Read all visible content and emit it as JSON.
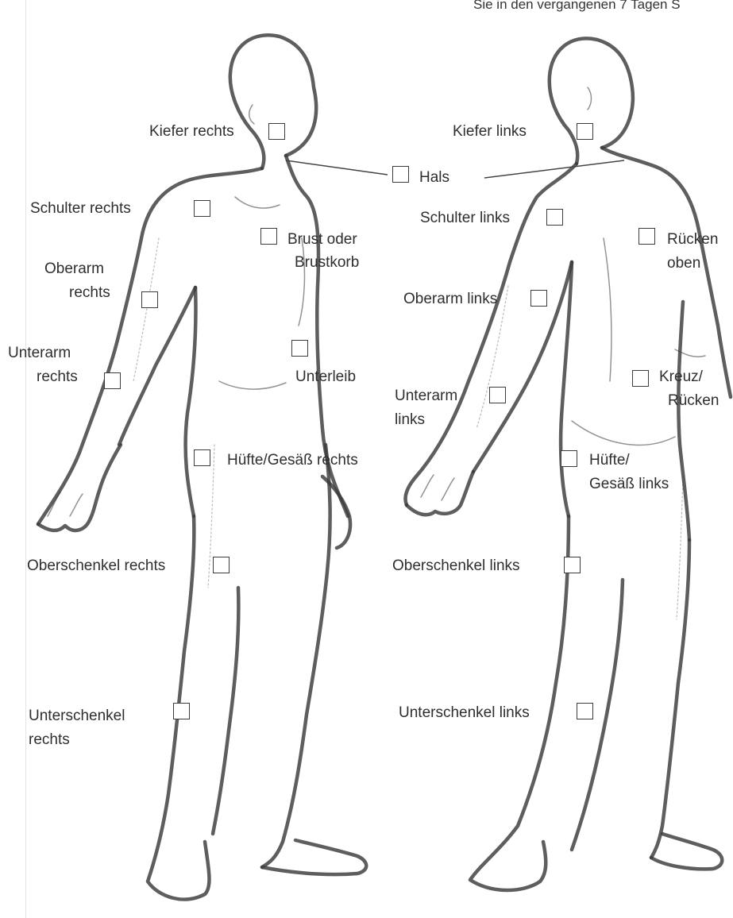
{
  "header": {
    "text": "Sie in den vergangenen 7 Tagen S"
  },
  "regions": {
    "kiefer_rechts": "Kiefer rechts",
    "hals": "Hals",
    "schulter_rechts": "Schulter rechts",
    "brust_l1": "Brust oder",
    "brust_l2": "Brustkorb",
    "oberarm_rechts_l1": "Oberarm",
    "oberarm_rechts_l2": "rechts",
    "unterarm_rechts_l1": "Unterarm",
    "unterarm_rechts_l2": "rechts",
    "unterleib": "Unterleib",
    "huefte_rechts": "Hüfte/Gesäß rechts",
    "oberschenkel_rechts": "Oberschenkel rechts",
    "unterschenkel_rechts_l1": "Unterschenkel",
    "unterschenkel_rechts_l2": "rechts",
    "kiefer_links": "Kiefer links",
    "schulter_links": "Schulter links",
    "ruecken_oben_l1": "Rücken",
    "ruecken_oben_l2": "oben",
    "oberarm_links": "Oberarm links",
    "kreuz_l1": "Kreuz/",
    "kreuz_l2": "Rücken",
    "unterarm_links_l1": "Unterarm",
    "unterarm_links_l2": "links",
    "huefte_links_l1": "Hüfte/",
    "huefte_links_l2": "Gesäß links",
    "oberschenkel_links": "Oberschenkel links",
    "unterschenkel_links": "Unterschenkel links"
  },
  "icons": {
    "front_figure": "body-front-sketch-icon",
    "back_figure": "body-back-sketch-icon"
  }
}
